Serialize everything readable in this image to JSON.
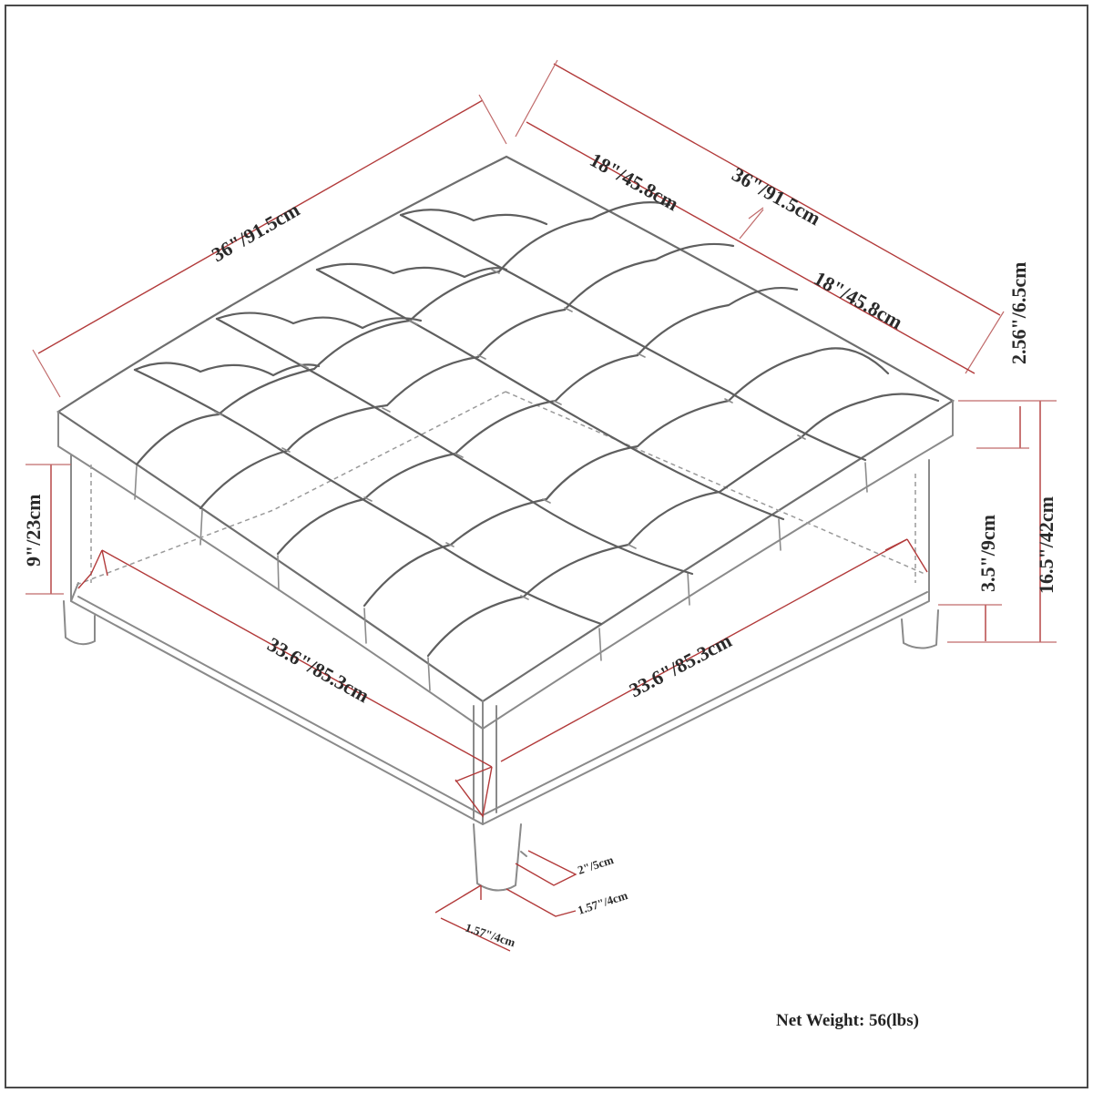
{
  "dimensions": {
    "top_left_width": "36\"/91.5cm",
    "top_right_width": "36\"/91.5cm",
    "half_upper": "18\"/45.8cm",
    "half_lower": "18\"/45.8cm",
    "cushion_thickness": "2.56\"/6.5cm",
    "total_height": "16.5\"/42cm",
    "leg_clearance": "3.5\"/9cm",
    "base_height": "9\"/23cm",
    "shelf_left": "33.6\"/85.3cm",
    "shelf_right": "33.6\"/85.3cm",
    "leg_height": "2\"/5cm",
    "leg_depth": "1.57\"/4cm",
    "leg_width": "1.57\"/4cm"
  },
  "net_weight": "Net Weight: 56(lbs)",
  "colors": {
    "dimension_line": "#b23a3a",
    "outline": "#8a8a8a",
    "tufting": "#5f5f5f"
  }
}
